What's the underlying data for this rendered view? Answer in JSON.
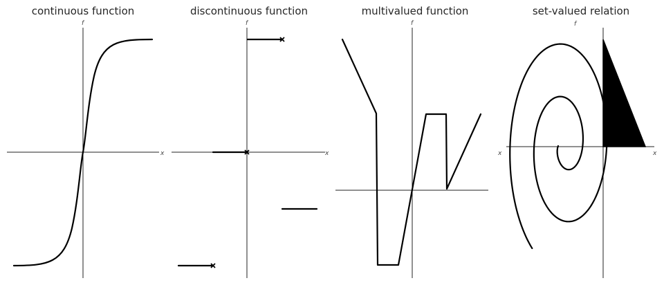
{
  "panels": [
    {
      "title": "continuous function",
      "x_label": "x",
      "y_label": "f"
    },
    {
      "title": "discontinuous function",
      "x_label": "x",
      "y_label": "f"
    },
    {
      "title": "multivalued function",
      "x_label": "",
      "y_label": "f"
    },
    {
      "title": "set-valued relation",
      "x_label": "x",
      "y_label": "f"
    }
  ]
}
